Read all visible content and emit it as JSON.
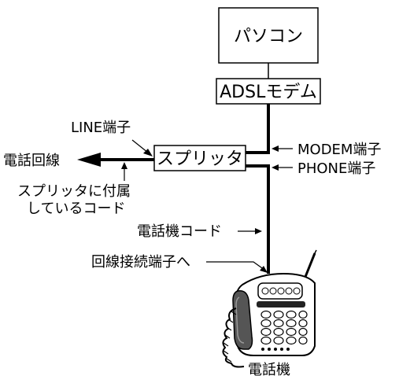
{
  "boxes": {
    "pc": "パソコン",
    "modem": "ADSLモデム",
    "splitter": "スプリッタ"
  },
  "labels": {
    "line_port": "LINE端子",
    "phone_line": "電話回線",
    "attached_cord_line1": "スプリッタに付属",
    "attached_cord_line2": "しているコード",
    "modem_port": "MODEM端子",
    "phone_port": "PHONE端子",
    "phone_cord": "電話機コード",
    "line_jack": "回線接続端子へ",
    "telephone": "電話機"
  }
}
